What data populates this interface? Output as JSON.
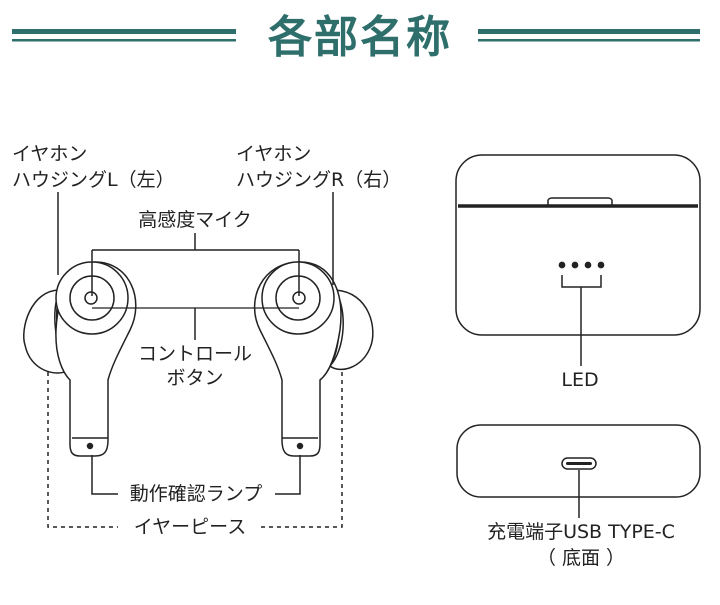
{
  "title": "各部名称",
  "colors": {
    "accent": "#2e6e6b",
    "line": "#222222"
  },
  "labels": {
    "housing_l_1": "イヤホン",
    "housing_l_2": "ハウジングL（左）",
    "housing_r_1": "イヤホン",
    "housing_r_2": "ハウジングR（右）",
    "mic": "高感度マイク",
    "control_1": "コントロール",
    "control_2": "ボタン",
    "status_lamp": "動作確認ランプ",
    "ear_piece": "イヤーピース",
    "led": "LED",
    "charge_port_1": "充電端子USB TYPE-C",
    "charge_port_2": "（ 底面 ）"
  }
}
